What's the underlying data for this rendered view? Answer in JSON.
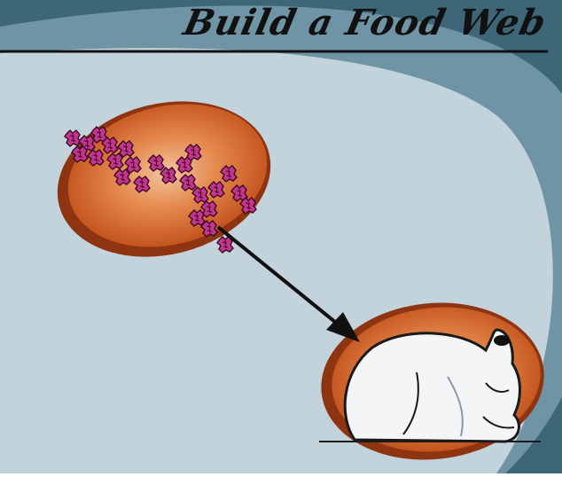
{
  "header": {
    "title": "Build a Food Web"
  },
  "colors": {
    "page_background": "#3d6779",
    "outer_band": "#6e94a6",
    "inner_panel": "#c3d3dc",
    "header_rule": "#111111",
    "node_fill_outer": "#c8541b",
    "node_fill_inner": "#f0b080",
    "flower_color": "#c4358f",
    "arrow_color": "#111111"
  },
  "diagram": {
    "nodes": [
      {
        "icon": "flowers-icon",
        "role": "producer"
      },
      {
        "icon": "rabbit-icon",
        "role": "consumer"
      }
    ],
    "links": [
      {
        "from": "flowers-icon",
        "to": "rabbit-icon"
      }
    ]
  }
}
